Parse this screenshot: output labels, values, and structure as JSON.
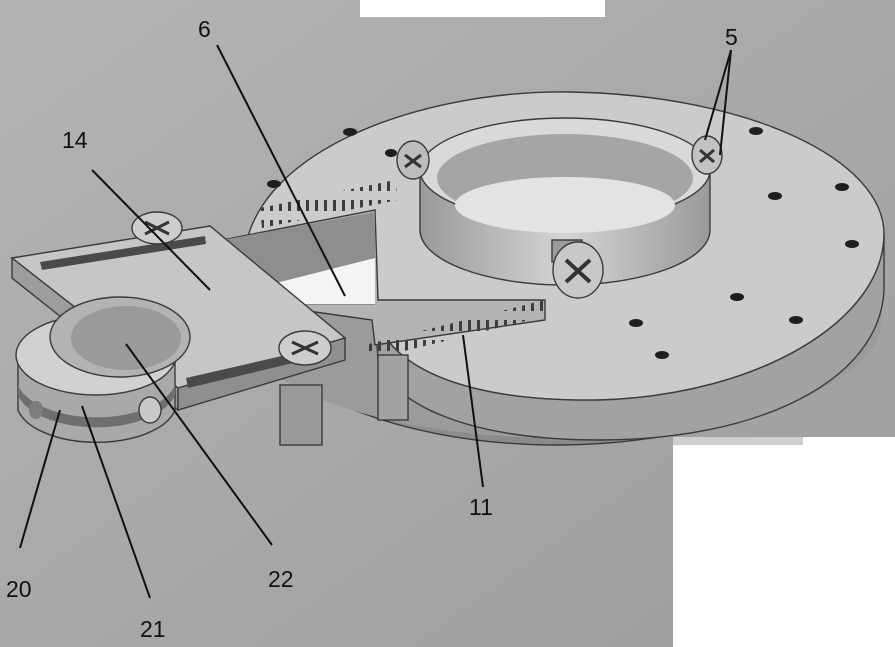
{
  "labels": {
    "part_5": "5",
    "part_6": "6",
    "part_11": "11",
    "part_14": "14",
    "part_20": "20",
    "part_21": "21",
    "part_22": "22"
  },
  "colors": {
    "background": "#a9a9a9",
    "metal_light": "#cfcfcf",
    "metal_mid": "#b9b9b9",
    "metal_dark": "#8f8f8f",
    "hole": "#1e1e1e",
    "text": "#111111"
  }
}
